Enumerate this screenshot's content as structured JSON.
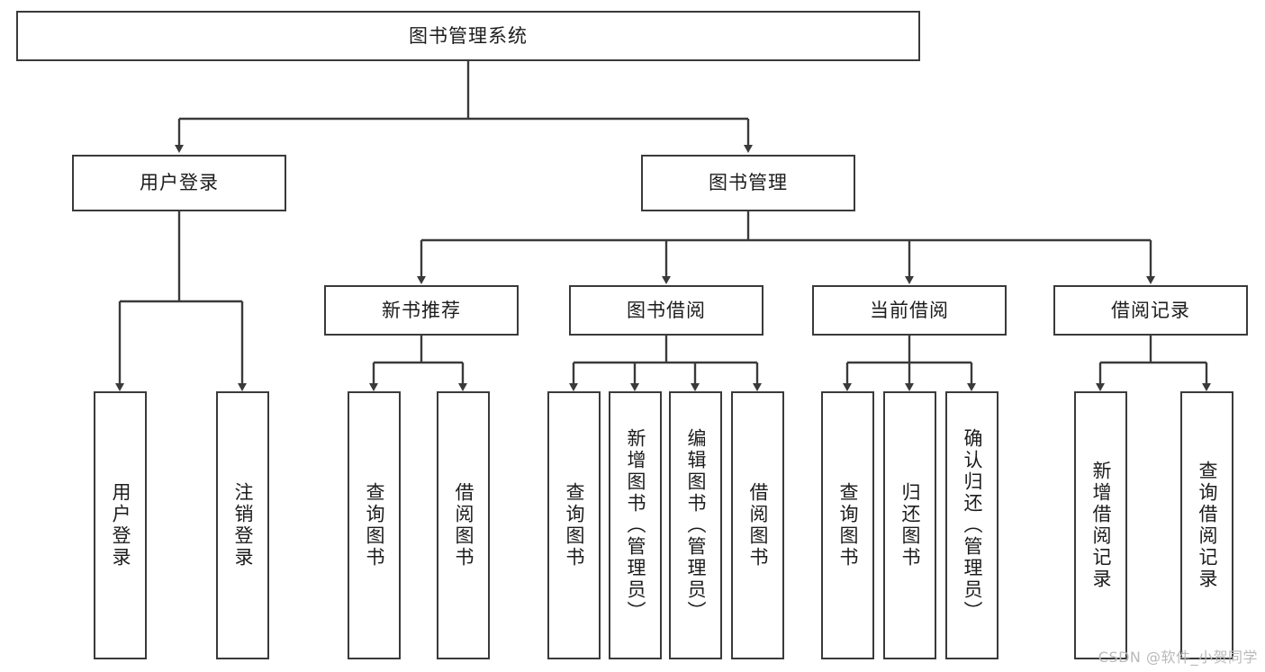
{
  "diagram": {
    "type": "tree-hierarchy",
    "title": "图书管理系统",
    "root": {
      "label": "图书管理系统"
    },
    "level2": [
      {
        "label": "用户登录"
      },
      {
        "label": "图书管理"
      }
    ],
    "level3": [
      {
        "label": "新书推荐",
        "parent": "图书管理"
      },
      {
        "label": "图书借阅",
        "parent": "图书管理"
      },
      {
        "label": "当前借阅",
        "parent": "图书管理"
      },
      {
        "label": "借阅记录",
        "parent": "图书管理"
      }
    ],
    "leaves": {
      "user_login": [
        {
          "label": "用户登录"
        },
        {
          "label": "注销登录"
        }
      ],
      "new_book_recommend": [
        {
          "label": "查询图书"
        },
        {
          "label": "借阅图书"
        }
      ],
      "book_borrow": [
        {
          "label": "查询图书"
        },
        {
          "label": "新增图书（管理员）"
        },
        {
          "label": "编辑图书（管理员）"
        },
        {
          "label": "借阅图书"
        }
      ],
      "current_borrow": [
        {
          "label": "查询图书"
        },
        {
          "label": "归还图书"
        },
        {
          "label": "确认归还（管理员）"
        }
      ],
      "borrow_record": [
        {
          "label": "新增借阅记录"
        },
        {
          "label": "查询借阅记录"
        }
      ]
    }
  },
  "watermark": "CSDN @软件_小贺同学",
  "colors": {
    "stroke": "#3a3a3a",
    "fill": "#ffffff",
    "text": "#1c1c1c",
    "watermark": "#b9b9b9"
  }
}
